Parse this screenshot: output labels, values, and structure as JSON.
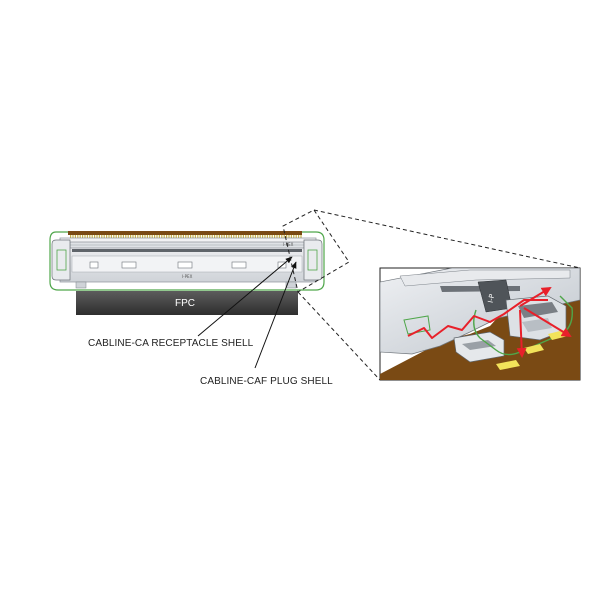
{
  "labels": {
    "fpc": "FPC",
    "receptacle_shell": "CABLINE-CA RECEPTACLE SHELL",
    "plug_shell": "CABLINE-CAF PLUG SHELL",
    "part_marking": "I-PEX",
    "corner_marking": "I-PEX"
  },
  "colors": {
    "ground_path": "#e8202a",
    "fpc_body": "#3a3a3a",
    "fpc_band": "#595959",
    "cable_conductor": "#7a4a14",
    "contacts": "#c9b24a",
    "shell_outline": "#4fa64a",
    "contact_pads": "#f2e35a"
  }
}
